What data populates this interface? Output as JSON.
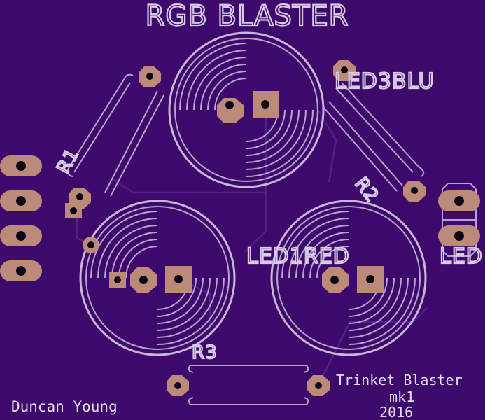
{
  "board": {
    "title": "RGB BLASTER",
    "author": "Duncan Young",
    "project_name": "Trinket Blaster",
    "revision": "mk1",
    "year": "2016"
  },
  "components": {
    "led_blue": "LED3BLU",
    "led_red": "LED1RED",
    "led_green": "LED",
    "r1": "R1",
    "r2": "R2",
    "r3": "R3"
  },
  "colors": {
    "substrate": "#3d0a6b",
    "silkscreen": "#c9b6db",
    "copper_pad": "#bb8a78",
    "trace": "#52208a"
  }
}
